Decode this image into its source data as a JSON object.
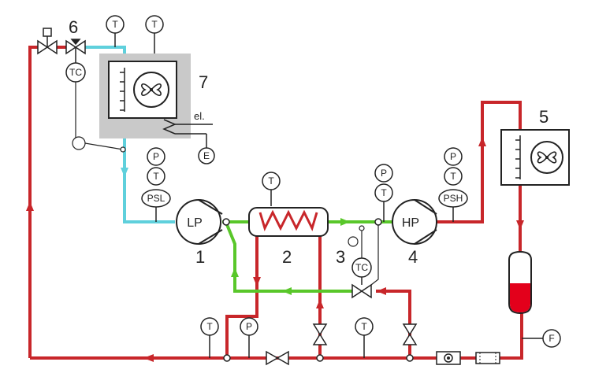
{
  "colors": {
    "hot_line": "#c8262a",
    "suction_line": "#5fd0dc",
    "mid_line": "#59c72a",
    "receiver_liquid": "#e3001b",
    "housing_gray": "#c9c9c9",
    "stroke": "#222222"
  },
  "components": [
    {
      "number": "1",
      "symbol": "LP"
    },
    {
      "number": "2"
    },
    {
      "number": "3",
      "symbol": "TC"
    },
    {
      "number": "4",
      "symbol": "HP"
    },
    {
      "number": "5"
    },
    {
      "number": "6",
      "symbol": "TC"
    },
    {
      "number": "7",
      "heater_label": "el.",
      "heater_symbol": "E"
    }
  ],
  "instruments": {
    "pressure": "P",
    "temperature": "T",
    "low_pressure_switch": "PSL",
    "high_pressure_switch": "PSH",
    "flow": "F"
  },
  "icons": [
    "fan-icon",
    "valve-icon",
    "solenoid-valve-icon",
    "sight-glass-icon",
    "filter-drier-icon",
    "receiver-icon",
    "check-arrow-icon"
  ]
}
